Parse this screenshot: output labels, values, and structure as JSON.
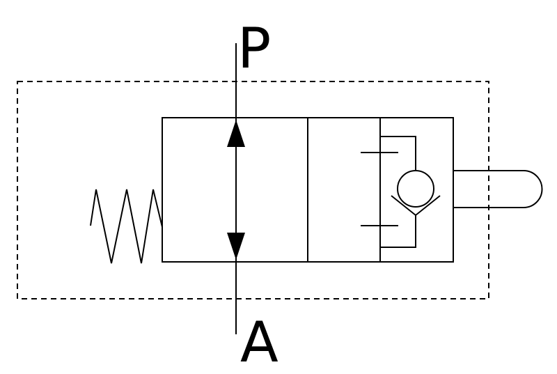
{
  "diagram": {
    "ports": {
      "top_label": "P",
      "bottom_label": "A"
    },
    "colors": {
      "stroke": "#000000",
      "background": "#ffffff"
    },
    "components": [
      "dashed-envelope",
      "spring-icon",
      "valve-envelope-flow-position",
      "valve-envelope-check-position",
      "check-valve-icon",
      "mechanical-actuator-icon"
    ]
  }
}
